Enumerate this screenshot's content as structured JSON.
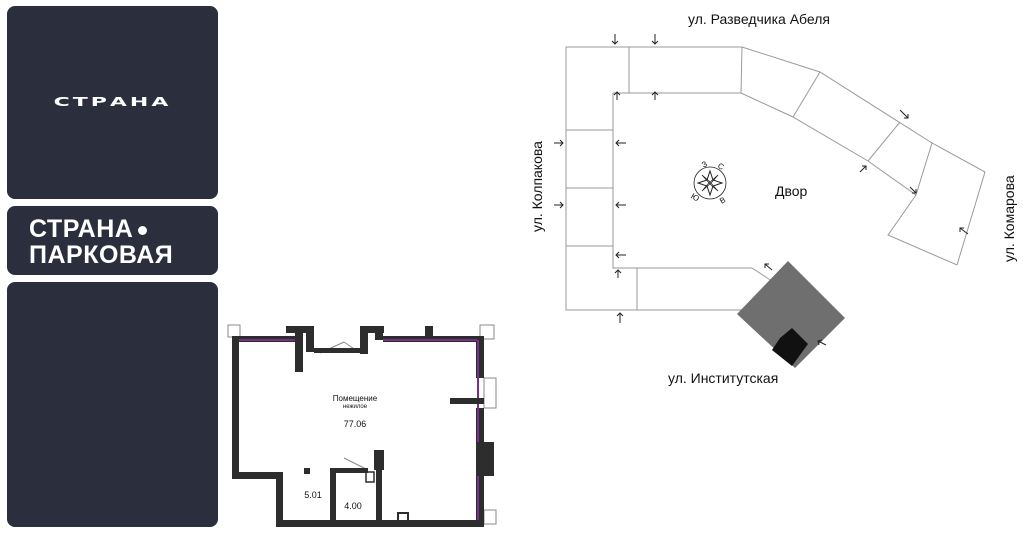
{
  "brand": {
    "logo": "СТРАНА"
  },
  "project": {
    "line1": "СТРАНА",
    "line2": "ПАРКОВАЯ"
  },
  "site_plan": {
    "street_top": "ул. Разведчика Абеля",
    "street_bottom": "ул. Институтская",
    "street_left": "ул. Колпакова",
    "street_right": "ул. Комарова",
    "yard": "Двор",
    "compass": {
      "n": "С",
      "s": "Ю",
      "e": "В",
      "w": "З"
    }
  },
  "floor_plan": {
    "room_title": "Помещение",
    "room_subtitle": "нежилое",
    "room_area": "77.06",
    "area_small_1": "5.01",
    "area_small_2": "4.00",
    "accent_color": "#7a2d8c"
  }
}
